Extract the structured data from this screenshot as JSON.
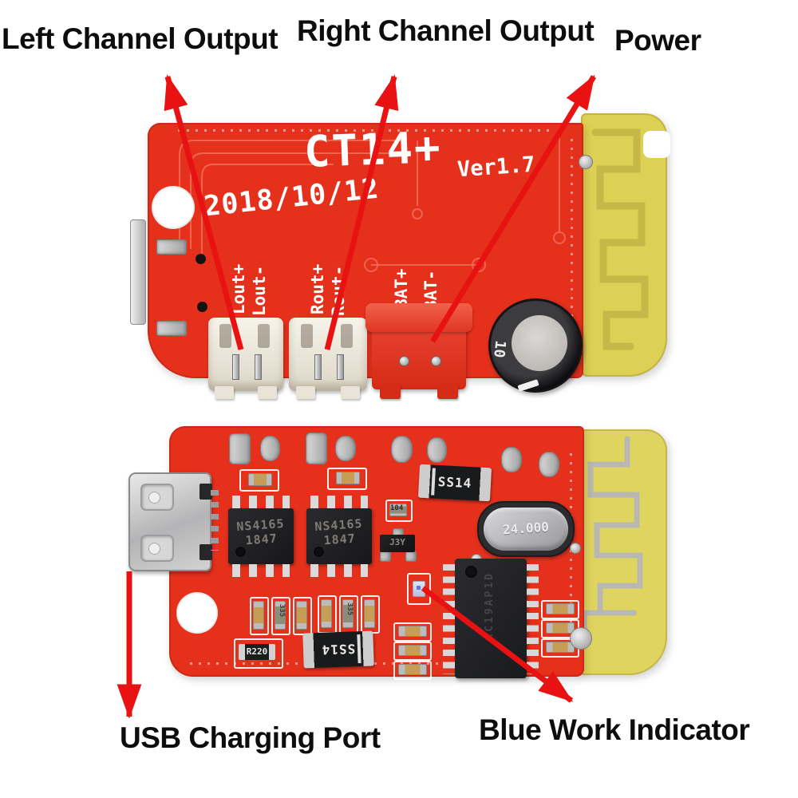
{
  "annotations": {
    "left_channel_output": "Left Channel Output",
    "right_channel_output": "Right Channel Output",
    "power": "Power",
    "usb_charging_port": "USB Charging Port",
    "blue_work_indicator": "Blue Work Indicator"
  },
  "top_board": {
    "model": "CT14+",
    "version": "Ver1.7",
    "date": "2018/10/12",
    "pins": [
      "Lout+",
      "Lout-",
      "Rout+",
      "Rout-",
      "BAT+",
      "BAT-"
    ],
    "capacitor_marking": "10"
  },
  "bottom_board": {
    "amp_chips": [
      {
        "line1": "NS4165",
        "line2": "1847"
      },
      {
        "line1": "NS4165",
        "line2": "1847"
      }
    ],
    "diode_top_marking": "SS14",
    "diode_bottom_marking": "SS14",
    "crystal_marking": "24.000",
    "cap_marking_104": "104",
    "transistor_marking": "J3Y",
    "resistor_marking": "R220",
    "cap_marking_335": "335",
    "main_chip_marking": "AC19AP1D"
  },
  "colors": {
    "pcb_red": "#e5301c",
    "silkscreen_white": "#ffffff",
    "antenna_yellow": "#ddd054",
    "antenna_trace_top": "#b3a43c",
    "antenna_trace_bottom": "#b5b5b5",
    "arrow_red": "#e81212",
    "label_black": "#0d0d0d"
  }
}
